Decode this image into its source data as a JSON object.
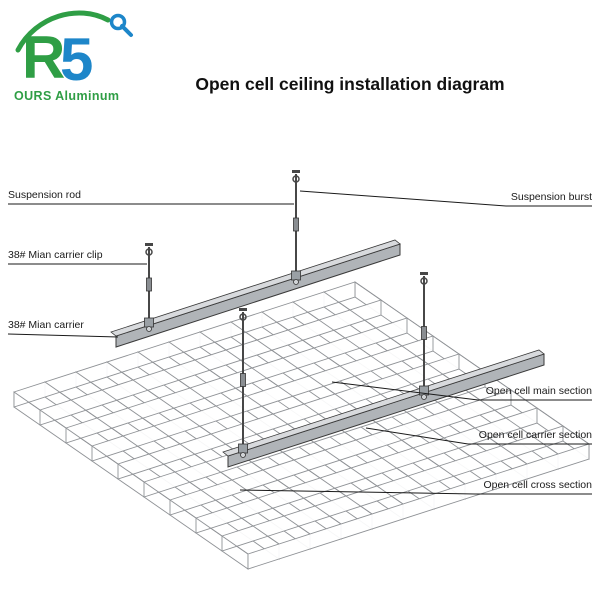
{
  "logo": {
    "letter_r": "R",
    "letter_5": "5",
    "brand_name": "OURS Aluminum"
  },
  "title": "Open cell ceiling installation diagram",
  "labels": {
    "left": [
      {
        "text": "Suspension rod"
      },
      {
        "text": "38# Mian carrier clip"
      },
      {
        "text": "38# Mian carrier"
      }
    ],
    "right": [
      {
        "text": "Suspension burst"
      },
      {
        "text": "Open cell main section"
      },
      {
        "text": "Open cell carrier section"
      },
      {
        "text": "Open cell cross section"
      }
    ]
  },
  "colors": {
    "brand_green": "#2f9e45",
    "brand_blue": "#1d86c9",
    "grid_line": "#8f9296",
    "carrier_fill": "#b0b4b8",
    "carrier_top": "#d8dadd",
    "metal_dark": "#474747",
    "leader": "#1a1a1a"
  }
}
